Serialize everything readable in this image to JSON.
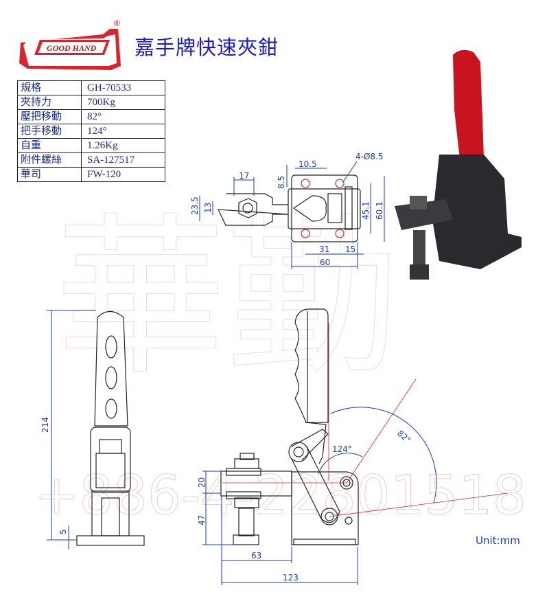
{
  "logo": {
    "text": "GOOD HAND",
    "registered": "®"
  },
  "title": "嘉手牌快速夾鉗",
  "spec_table": [
    {
      "label": "規格",
      "value": "GH-70533"
    },
    {
      "label": "夾持力",
      "value": "700Kg"
    },
    {
      "label": "壓把移動",
      "value": "82°"
    },
    {
      "label": "把手移動",
      "value": "124°"
    },
    {
      "label": "自重",
      "value": "1.26Kg"
    },
    {
      "label": "附件螺絲",
      "value": "SA-127517"
    },
    {
      "label": "華司",
      "value": "FW-120"
    }
  ],
  "top_view": {
    "d17": "17",
    "d23_5": "23.5",
    "d13": "13",
    "d8_5": "8.5",
    "d10_5": "10.5",
    "holes": "4-Ø8.5",
    "d45_1": "45.1",
    "d60_1": "60.1",
    "d31": "31",
    "d15": "15",
    "d60": "60"
  },
  "front_view": {
    "d214": "214",
    "d5": "5"
  },
  "side_view": {
    "d20": "20",
    "d47": "47",
    "d63": "63",
    "d123": "123",
    "a124": "124°",
    "a82": "82°"
  },
  "unit": "Unit:mm",
  "watermark": "+886-4-22801518",
  "colors": {
    "dim": "#1a3ac8",
    "handle": "#c8141e",
    "body": "#2a2a2e",
    "title": "#1a1ad0"
  }
}
